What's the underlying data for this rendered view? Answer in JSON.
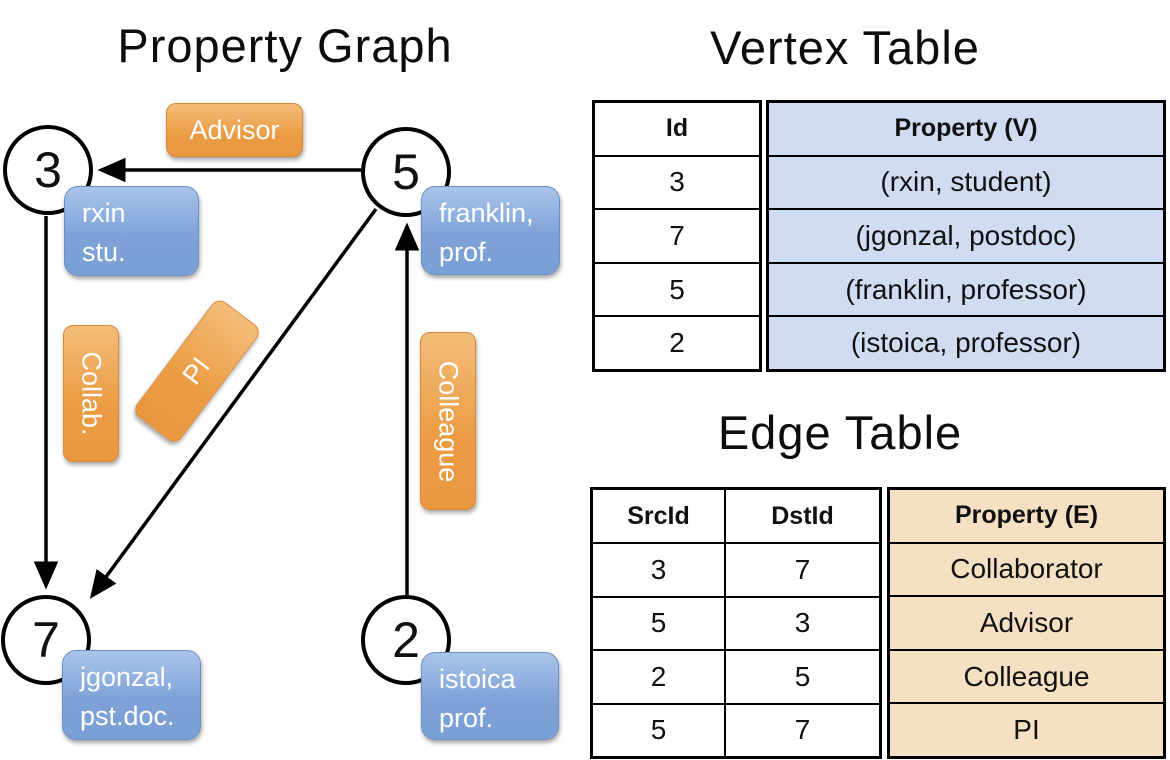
{
  "titles": {
    "graph": "Property Graph",
    "vertex_table": "Vertex Table",
    "edge_table": "Edge Table"
  },
  "graph": {
    "nodes": [
      {
        "id": "3",
        "prop_line1": "rxin",
        "prop_line2": "stu."
      },
      {
        "id": "5",
        "prop_line1": "franklin,",
        "prop_line2": "prof."
      },
      {
        "id": "7",
        "prop_line1": "jgonzal,",
        "prop_line2": "pst.doc."
      },
      {
        "id": "2",
        "prop_line1": "istoica",
        "prop_line2": "prof."
      }
    ],
    "edge_labels": {
      "advisor": "Advisor",
      "collab": "Collab.",
      "pi": "PI",
      "colleague": "Colleague"
    }
  },
  "vertex_table": {
    "col_id": "Id",
    "col_property": "Property (V)",
    "rows": [
      [
        "3",
        "(rxin, student)"
      ],
      [
        "7",
        "(jgonzal, postdoc)"
      ],
      [
        "5",
        "(franklin, professor)"
      ],
      [
        "2",
        "(istoica, professor)"
      ]
    ]
  },
  "edge_table": {
    "col_src": "SrcId",
    "col_dst": "DstId",
    "col_property": "Property (E)",
    "rows": [
      [
        "3",
        "7",
        "Collaborator"
      ],
      [
        "5",
        "3",
        "Advisor"
      ],
      [
        "2",
        "5",
        "Colleague"
      ],
      [
        "5",
        "7",
        "PI"
      ]
    ]
  },
  "colors": {
    "edge_label_orange": "#eb9c42",
    "vertex_prop_blue": "#8fafdc",
    "vertex_table_fill": "#cfdcf1",
    "edge_table_fill": "#f6e0c4",
    "line_black": "#000000"
  }
}
